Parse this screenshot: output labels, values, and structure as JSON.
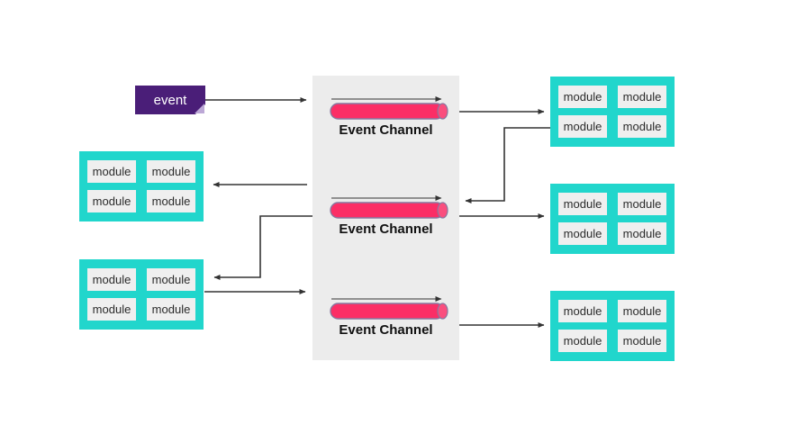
{
  "colors": {
    "background": "#ffffff",
    "panel": "#ececec",
    "event_box": "#4a1e78",
    "event_fold": "#bca8d6",
    "event_text": "#ffffff",
    "channel_fill": "#fb2e66",
    "channel_cap": "#fa4e7e",
    "channel_stroke": "#8878a0",
    "channel_label": "#111111",
    "grid_bg": "#21d6cc",
    "cell_bg": "#efefef",
    "module_text": "#2b2b2b",
    "arrow": "#333333"
  },
  "event_box": {
    "label": "event"
  },
  "channels": [
    {
      "label": "Event Channel"
    },
    {
      "label": "Event Channel"
    },
    {
      "label": "Event Channel"
    }
  ],
  "grids": [
    {
      "id": "upper-left",
      "modules": [
        "module",
        "module",
        "module",
        "module"
      ]
    },
    {
      "id": "lower-left",
      "modules": [
        "module",
        "module",
        "module",
        "module"
      ]
    },
    {
      "id": "top-right",
      "modules": [
        "module",
        "module",
        "module",
        "module"
      ]
    },
    {
      "id": "middle-right",
      "modules": [
        "module",
        "module",
        "module",
        "module"
      ]
    },
    {
      "id": "bottom-right",
      "modules": [
        "module",
        "module",
        "module",
        "module"
      ]
    }
  ]
}
